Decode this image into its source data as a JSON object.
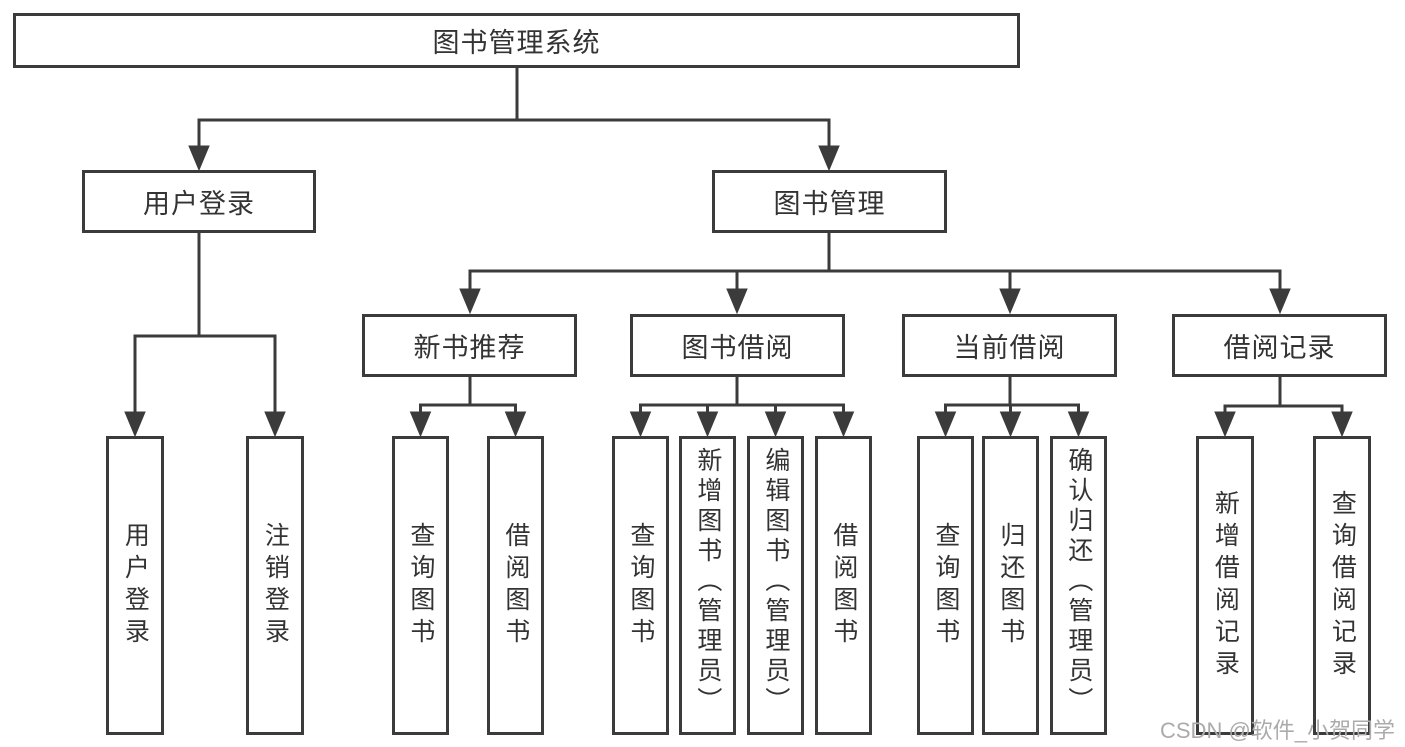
{
  "diagram": {
    "title": "图书管理系统",
    "root": {
      "label": "图书管理系统"
    },
    "level2": [
      {
        "label": "用户登录"
      },
      {
        "label": "图书管理"
      }
    ],
    "level3": [
      {
        "label": "新书推荐"
      },
      {
        "label": "图书借阅"
      },
      {
        "label": "当前借阅"
      },
      {
        "label": "借阅记录"
      }
    ],
    "leaves": {
      "user_login": [
        {
          "label": "用户登录"
        },
        {
          "label": "注销登录"
        }
      ],
      "new_books": [
        {
          "label": "查询图书"
        },
        {
          "label": "借阅图书"
        }
      ],
      "book_borrow": [
        {
          "label": "查询图书"
        },
        {
          "label": "新增图书（管理员）"
        },
        {
          "label": "编辑图书（管理员）"
        },
        {
          "label": "借阅图书"
        }
      ],
      "current_borrow": [
        {
          "label": "查询图书"
        },
        {
          "label": "归还图书"
        },
        {
          "label": "确认归还（管理员）"
        }
      ],
      "borrow_records": [
        {
          "label": "新增借阅记录"
        },
        {
          "label": "查询借阅记录"
        }
      ]
    }
  },
  "watermark": {
    "text": "CSDN @软件_小贺同学"
  },
  "colors": {
    "line": "#3b3b3b",
    "text": "#333333",
    "background": "#ffffff",
    "watermark": "#ababab"
  }
}
